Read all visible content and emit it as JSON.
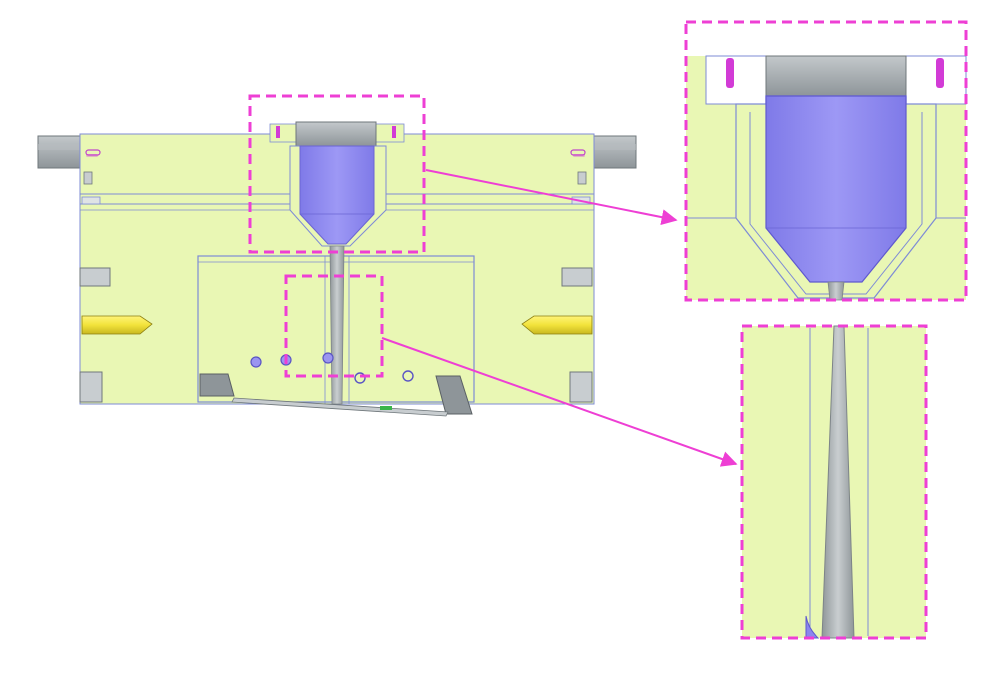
{
  "figure": {
    "description_labels": [],
    "colors": {
      "background": "#ffffff",
      "mold_plate": "#e9f7b4",
      "plate_outline": "#7e8bd6",
      "runner_insert": "#8b86ee",
      "metal_gray": "#a9b0b4",
      "ejector_yellow": "#f2e73a",
      "callout_dashed": "#ee3fd4",
      "callout_arrow": "#ee3fd4",
      "pin_magenta": "#d23bd6"
    },
    "views": [
      "main-cross-section",
      "zoom-sprue-bushing",
      "zoom-sprue-channel"
    ],
    "callouts": [
      {
        "name": "sprue-bushing-callout",
        "target": "zoom-sprue-bushing"
      },
      {
        "name": "sprue-channel-callout",
        "target": "zoom-sprue-channel"
      }
    ]
  }
}
